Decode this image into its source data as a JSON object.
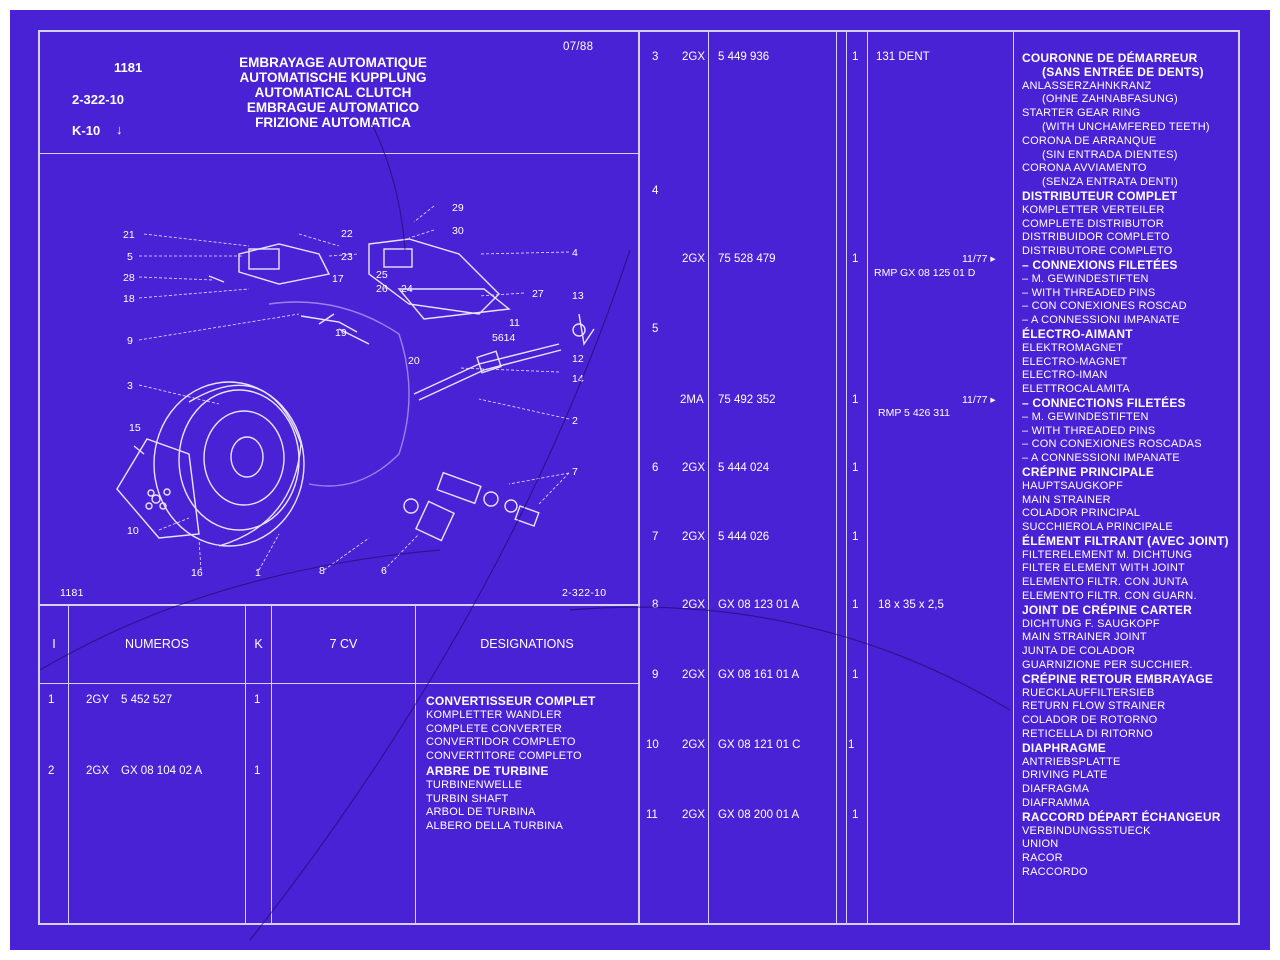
{
  "header": {
    "code_1181": "1181",
    "group_code": "2-322-10",
    "section": "K-10",
    "section_arrow": "↓",
    "date": "07/88",
    "titles": [
      "EMBRAYAGE AUTOMATIQUE",
      "AUTOMATISCHE KUPPLUNG",
      "AUTOMATICAL CLUTCH",
      "EMBRAGUE AUTOMATICO",
      "FRIZIONE AUTOMATICA"
    ]
  },
  "drawing": {
    "footer_left": "1181",
    "footer_right": "2-322-10",
    "callouts": [
      "21",
      "22",
      "5",
      "23",
      "28",
      "17",
      "18",
      "25",
      "26",
      "24",
      "29",
      "30",
      "4",
      "27",
      "13",
      "9",
      "19",
      "20",
      "5614",
      "11",
      "12",
      "14",
      "3",
      "2",
      "15",
      "7",
      "10",
      "16",
      "1",
      "8",
      "6"
    ]
  },
  "table_header": {
    "col_index": "I",
    "col_numeros": "NUMEROS",
    "col_k": "K",
    "col_model": "7 CV",
    "col_designations": "DESIGNATIONS"
  },
  "rows_left": [
    {
      "idx": "1",
      "prefix": "2GY",
      "number": "5 452 527",
      "k": "1",
      "lines": [
        {
          "text": "CONVERTISSEUR COMPLET",
          "bold": true
        },
        {
          "text": "KOMPLETTER WANDLER"
        },
        {
          "text": "COMPLETE CONVERTER"
        },
        {
          "text": "CONVERTIDOR COMPLETO"
        },
        {
          "text": "CONVERTITORE COMPLETO"
        }
      ]
    },
    {
      "idx": "2",
      "prefix": "2GX",
      "number": "GX 08 104 02 A",
      "k": "1",
      "lines": [
        {
          "text": "ARBRE DE TURBINE",
          "bold": true
        },
        {
          "text": "TURBINENWELLE"
        },
        {
          "text": "TURBIN SHAFT"
        },
        {
          "text": "ARBOL DE TURBINA"
        },
        {
          "text": "ALBERO DELLA TURBINA"
        }
      ]
    }
  ],
  "rows_right": [
    {
      "idx": "3",
      "prefix": "2GX",
      "number": "5 449 936",
      "k": "1",
      "spec": "131 DENT"
    },
    {
      "idx": "4",
      "prefix": "",
      "number": "",
      "k": "",
      "spec": ""
    },
    {
      "idx": "",
      "prefix": "2GX",
      "number": "75 528 479",
      "k": "1",
      "spec": "RMP GX 08 125 01 D",
      "note": "11/77 ▸"
    },
    {
      "idx": "5",
      "prefix": "",
      "number": "",
      "k": "",
      "spec": ""
    },
    {
      "idx": "",
      "prefix": "2MA",
      "number": "75 492 352",
      "k": "1",
      "spec": "RMP 5 426 311",
      "note": "11/77 ▸"
    },
    {
      "idx": "6",
      "prefix": "2GX",
      "number": "5 444 024",
      "k": "1",
      "spec": ""
    },
    {
      "idx": "7",
      "prefix": "2GX",
      "number": "5 444 026",
      "k": "1",
      "spec": ""
    },
    {
      "idx": "8",
      "prefix": "2GX",
      "number": "GX 08 123 01 A",
      "k": "1",
      "spec": "18 x 35 x 2,5"
    },
    {
      "idx": "9",
      "prefix": "2GX",
      "number": "GX 08 161 01 A",
      "k": "1",
      "spec": ""
    },
    {
      "idx": "10",
      "prefix": "2GX",
      "number": "GX 08 121 01 C",
      "k": "1",
      "spec": ""
    },
    {
      "idx": "11",
      "prefix": "2GX",
      "number": "GX 08 200 01 A",
      "k": "1",
      "spec": ""
    }
  ],
  "designations_right": [
    {
      "text": "COURONNE DE DÉMARREUR",
      "bold": true
    },
    {
      "text": "(SANS ENTRÉE DE DENTS)",
      "bold": true,
      "indent": true
    },
    {
      "text": "ANLASSERZAHNKRANZ"
    },
    {
      "text": "(OHNE ZAHNABFASUNG)",
      "indent": true
    },
    {
      "text": "STARTER GEAR RING"
    },
    {
      "text": "(WITH UNCHAMFERED TEETH)",
      "indent": true
    },
    {
      "text": "CORONA DE ARRANQUE"
    },
    {
      "text": "(SIN ENTRADA DIENTES)",
      "indent": true
    },
    {
      "text": "CORONA AVVIAMENTO"
    },
    {
      "text": "(SENZA ENTRATA DENTI)",
      "indent": true
    },
    {
      "text": "DISTRIBUTEUR COMPLET",
      "bold": true
    },
    {
      "text": "KOMPLETTER VERTEILER"
    },
    {
      "text": "COMPLETE DISTRIBUTOR"
    },
    {
      "text": "DISTRIBUIDOR COMPLETO"
    },
    {
      "text": "DISTRIBUTORE COMPLETO"
    },
    {
      "text": "– CONNEXIONS FILETÉES",
      "bold": true
    },
    {
      "text": "– M. GEWINDESTIFTEN"
    },
    {
      "text": "– WITH THREADED PINS"
    },
    {
      "text": "– CON CONEXIONES ROSCAD"
    },
    {
      "text": "– A CONNESSIONI IMPANATE"
    },
    {
      "text": "ÉLECTRO-AIMANT",
      "bold": true
    },
    {
      "text": "ELEKTROMAGNET"
    },
    {
      "text": "ELECTRO-MAGNET"
    },
    {
      "text": "ELECTRO-IMAN"
    },
    {
      "text": "ELETTROCALAMITA"
    },
    {
      "text": "– CONNECTIONS FILETÉES",
      "bold": true
    },
    {
      "text": "– M. GEWINDESTIFTEN"
    },
    {
      "text": "– WITH THREADED PINS"
    },
    {
      "text": "– CON CONEXIONES ROSCADAS"
    },
    {
      "text": "– A CONNESSIONI IMPANATE"
    },
    {
      "text": "CRÉPINE PRINCIPALE",
      "bold": true
    },
    {
      "text": "HAUPTSAUGKOPF"
    },
    {
      "text": "MAIN STRAINER"
    },
    {
      "text": "COLADOR PRINCIPAL"
    },
    {
      "text": "SUCCHIEROLA PRINCIPALE"
    },
    {
      "text": "ÉLÉMENT FILTRANT (AVEC JOINT)",
      "bold": true
    },
    {
      "text": "FILTERELEMENT M. DICHTUNG"
    },
    {
      "text": "FILTER ELEMENT WITH JOINT"
    },
    {
      "text": "ELEMENTO FILTR. CON JUNTA"
    },
    {
      "text": "ELEMENTO FILTR. CON GUARN."
    },
    {
      "text": "JOINT DE CRÉPINE CARTER",
      "bold": true
    },
    {
      "text": "DICHTUNG F. SAUGKOPF"
    },
    {
      "text": "MAIN STRAINER JOINT"
    },
    {
      "text": "JUNTA DE COLADOR"
    },
    {
      "text": "GUARNIZIONE PER SUCCHIER."
    },
    {
      "text": "CRÉPINE RETOUR EMBRAYAGE",
      "bold": true
    },
    {
      "text": "RUECKLAUFFILTERSIEB"
    },
    {
      "text": "RETURN FLOW STRAINER"
    },
    {
      "text": "COLADOR DE ROTORNO"
    },
    {
      "text": "RETICELLA DI RITORNO"
    },
    {
      "text": "DIAPHRAGME",
      "bold": true
    },
    {
      "text": "ANTRIEBSPLATTE"
    },
    {
      "text": "DRIVING PLATE"
    },
    {
      "text": "DIAFRAGMA"
    },
    {
      "text": "DIAFRAMMA"
    },
    {
      "text": "RACCORD DÉPART ÉCHANGEUR",
      "bold": true
    },
    {
      "text": "VERBINDUNGSSTUECK"
    },
    {
      "text": "UNION"
    },
    {
      "text": "RACOR"
    },
    {
      "text": "RACCORDO"
    }
  ],
  "colors": {
    "paper": "#4a22d6",
    "ink": "#ffffff",
    "rule": "#d6d0ff",
    "frame": "#ffffff"
  }
}
